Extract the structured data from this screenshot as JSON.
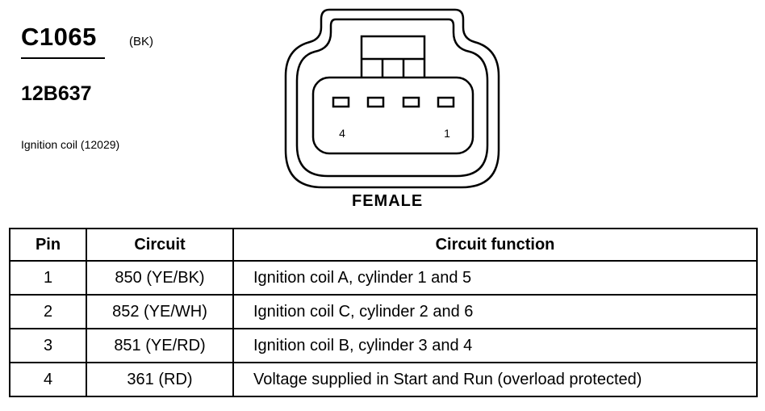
{
  "connector": {
    "id": "C1065",
    "color": "(BK)",
    "part_number": "12B637",
    "description": "Ignition coil (12029)",
    "gender": "FEMALE",
    "pin_label_left": "4",
    "pin_label_right": "1"
  },
  "table": {
    "headers": {
      "pin": "Pin",
      "circuit": "Circuit",
      "function": "Circuit function"
    },
    "rows": [
      {
        "pin": "1",
        "circuit": "850 (YE/BK)",
        "function": "Ignition coil A, cylinder 1 and 5"
      },
      {
        "pin": "2",
        "circuit": "852 (YE/WH)",
        "function": "Ignition coil C, cylinder 2 and 6"
      },
      {
        "pin": "3",
        "circuit": "851 (YE/RD)",
        "function": "Ignition coil B, cylinder 3 and 4"
      },
      {
        "pin": "4",
        "circuit": "361 (RD)",
        "function": "Voltage supplied in Start and Run (overload protected)"
      }
    ]
  }
}
